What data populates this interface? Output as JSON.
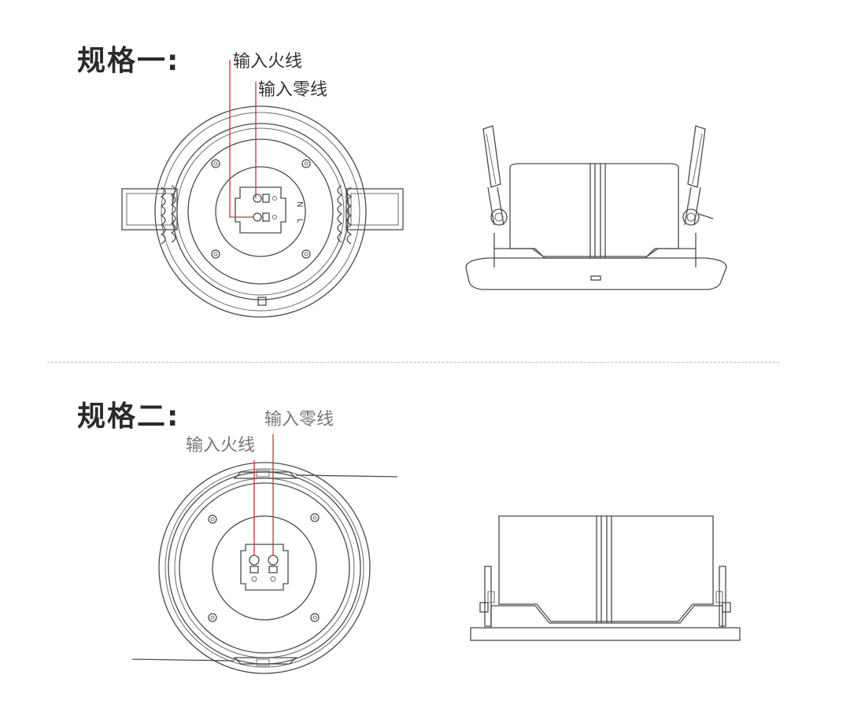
{
  "spec1": {
    "title": "规格一:",
    "live_label": "输入火线",
    "neutral_label": "输入零线",
    "terminal_n": "N",
    "terminal_l": "L"
  },
  "spec2": {
    "title": "规格二:",
    "live_label": "输入火线",
    "neutral_label": "输入零线"
  },
  "colors": {
    "leader_line": "#c8323a",
    "drawing_line": "#4a4a4a",
    "divider": "#bbbbbb"
  }
}
